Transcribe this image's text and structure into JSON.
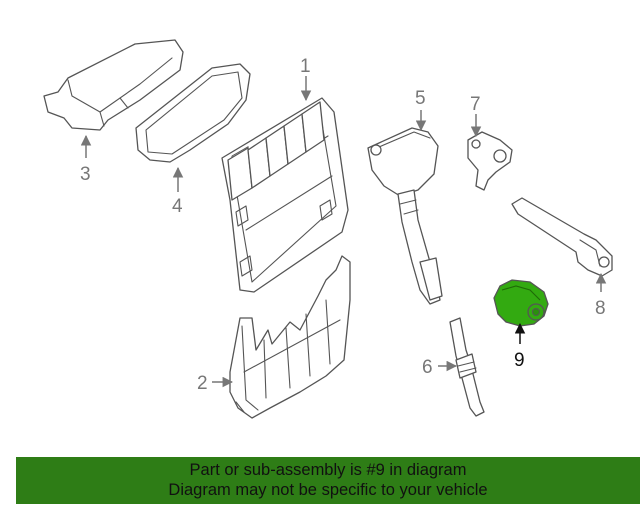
{
  "diagram": {
    "highlight_color": "#33aa11",
    "callouts": [
      {
        "number": "1"
      },
      {
        "number": "2"
      },
      {
        "number": "3"
      },
      {
        "number": "4"
      },
      {
        "number": "5"
      },
      {
        "number": "6"
      },
      {
        "number": "7"
      },
      {
        "number": "8"
      },
      {
        "number": "9"
      }
    ]
  },
  "banner": {
    "line1": "Part or sub-assembly is #9 in diagram",
    "line2": "Diagram may not be specific to your vehicle",
    "background": "#2e7d16"
  }
}
